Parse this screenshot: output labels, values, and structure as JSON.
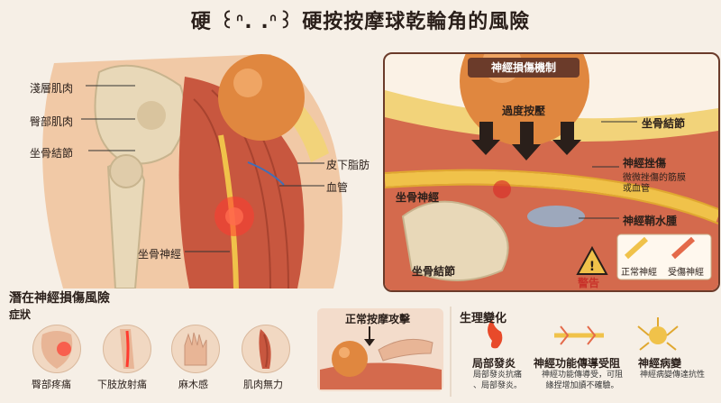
{
  "title": "硬 ꒰ᐢ. .ᐢ꒱ 硬按按摩球乾輪角的風險",
  "left_labels": {
    "superficial_muscle": "淺層肌肉",
    "glute_muscle": "臀部肌肉",
    "ischial_tuberosity": "坐骨結節",
    "sciatic_nerve": "坐骨神經",
    "subcutaneous_fat": "皮下脂肪",
    "blood_vessel": "血管"
  },
  "right_panel": {
    "header": "神經損傷機制",
    "excess_pressure": "過度按壓",
    "ischial_tuberosity_top": "坐骨結節",
    "sciatic_nerve": "坐骨神經",
    "ischial_tuberosity_bottom": "坐骨結節",
    "nerve_contusion": "神經挫傷",
    "nerve_contusion_desc_1": "微微挫傷的筋膜",
    "nerve_contusion_desc_2": "或血管",
    "nerve_sheath_edema": "神經鞘水腫",
    "normal_nerve": "正常神經",
    "injured_nerve": "受傷神經",
    "warning": "警告"
  },
  "bottom": {
    "section_title": "潛在神經損傷風險",
    "symptoms_title": "症狀",
    "symptoms": [
      "臀部疼痛",
      "下肢放射痛",
      "麻木感",
      "肌肉無力"
    ],
    "massage_attack_title": "正常按摩攻擊",
    "physio_title": "生理變化",
    "local_inflammation": "局部發炎",
    "local_inflammation_desc_1": "局部發炎抗痛",
    "local_inflammation_desc_2": "、局部發炎。",
    "nerve_conduction": "神經功能傳導受阻",
    "nerve_conduction_desc_1": "神經功能傳導受，可阻",
    "nerve_conduction_desc_2": "緣捏增加讀不確驗。",
    "neuropathy": "神經病變",
    "neuropathy_desc_1": "神經病變傳達抗性"
  },
  "colors": {
    "accent": "#6b3b2a",
    "muscle": "#c8573f",
    "ball": "#e0873f",
    "nerve": "#f0c24a",
    "pain": "#ff3b2f"
  }
}
